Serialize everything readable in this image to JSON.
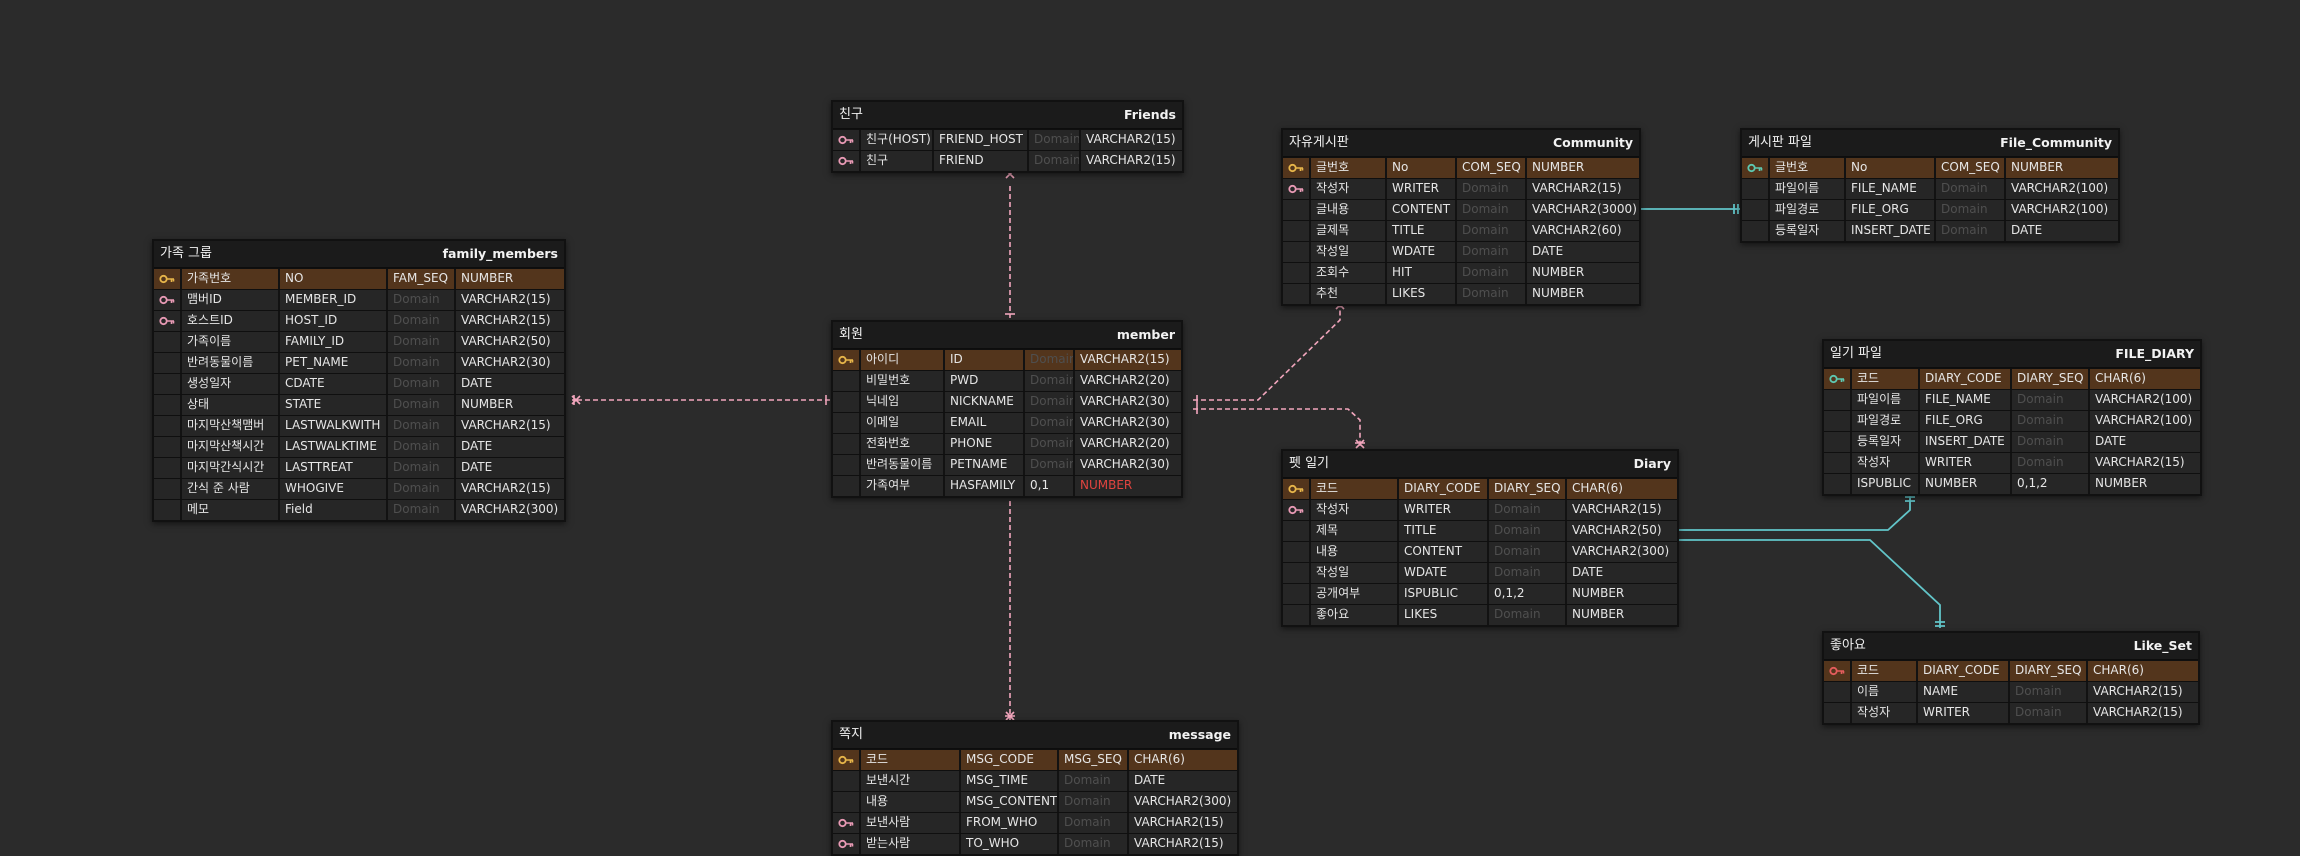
{
  "colors": {
    "background": "#2b2b2b",
    "pk_row": "#53351c",
    "relation_pink": "#f2a6bd",
    "relation_cyan": "#62c5c9",
    "key_gold": "#e8b64a",
    "key_pink": "#e99ab5",
    "key_teal": "#5ec9b2",
    "key_red": "#e55d5d"
  },
  "tables": [
    {
      "id": "friends",
      "logical": "친구",
      "physical": "Friends",
      "rows": [
        {
          "key": "fk-pink",
          "pk": false,
          "logical": "친구(HOST)",
          "physical": "FRIEND_HOST",
          "domain": "Domain",
          "type": "VARCHAR2(15)"
        },
        {
          "key": "fk-pink",
          "pk": false,
          "logical": "친구",
          "physical": "FRIEND",
          "domain": "Domain",
          "type": "VARCHAR2(15)"
        }
      ]
    },
    {
      "id": "family_members",
      "logical": "가족 그룹",
      "physical": "family_members",
      "rows": [
        {
          "key": "pk-gold",
          "pk": true,
          "logical": "가족번호",
          "physical": "NO",
          "domain": "FAM_SEQ",
          "type": "NUMBER"
        },
        {
          "key": "fk-pink",
          "pk": false,
          "logical": "맴버ID",
          "physical": "MEMBER_ID",
          "domain": "Domain",
          "type": "VARCHAR2(15)"
        },
        {
          "key": "fk-pink",
          "pk": false,
          "logical": "호스트ID",
          "physical": "HOST_ID",
          "domain": "Domain",
          "type": "VARCHAR2(15)"
        },
        {
          "key": "",
          "pk": false,
          "logical": "가족이름",
          "physical": "FAMILY_ID",
          "domain": "Domain",
          "type": "VARCHAR2(50)"
        },
        {
          "key": "",
          "pk": false,
          "logical": "반려동물이름",
          "physical": "PET_NAME",
          "domain": "Domain",
          "type": "VARCHAR2(30)"
        },
        {
          "key": "",
          "pk": false,
          "logical": "생성일자",
          "physical": "CDATE",
          "domain": "Domain",
          "type": "DATE"
        },
        {
          "key": "",
          "pk": false,
          "logical": "상태",
          "physical": "STATE",
          "domain": "Domain",
          "type": "NUMBER"
        },
        {
          "key": "",
          "pk": false,
          "logical": "마지막산책맴버",
          "physical": "LASTWALKWITH",
          "domain": "Domain",
          "type": "VARCHAR2(15)"
        },
        {
          "key": "",
          "pk": false,
          "logical": "마지막산책시간",
          "physical": "LASTWALKTIME",
          "domain": "Domain",
          "type": "DATE"
        },
        {
          "key": "",
          "pk": false,
          "logical": "마지막간식시간",
          "physical": "LASTTREAT",
          "domain": "Domain",
          "type": "DATE"
        },
        {
          "key": "",
          "pk": false,
          "logical": "간식 준 사람",
          "physical": "WHOGIVE",
          "domain": "Domain",
          "type": "VARCHAR2(15)"
        },
        {
          "key": "",
          "pk": false,
          "logical": "메모",
          "physical": "Field",
          "domain": "Domain",
          "type": "VARCHAR2(300)"
        }
      ]
    },
    {
      "id": "member",
      "logical": "회원",
      "physical": "member",
      "rows": [
        {
          "key": "pk-gold",
          "pk": true,
          "logical": "아이디",
          "physical": "ID",
          "domain": "Domain",
          "type": "VARCHAR2(15)"
        },
        {
          "key": "",
          "pk": false,
          "logical": "비밀번호",
          "physical": "PWD",
          "domain": "Domain",
          "type": "VARCHAR2(20)"
        },
        {
          "key": "",
          "pk": false,
          "logical": "닉네임",
          "physical": "NICKNAME",
          "domain": "Domain",
          "type": "VARCHAR2(30)"
        },
        {
          "key": "",
          "pk": false,
          "logical": "이메일",
          "physical": "EMAIL",
          "domain": "Domain",
          "type": "VARCHAR2(30)"
        },
        {
          "key": "",
          "pk": false,
          "logical": "전화번호",
          "physical": "PHONE",
          "domain": "Domain",
          "type": "VARCHAR2(20)"
        },
        {
          "key": "",
          "pk": false,
          "logical": "반려동물이름",
          "physical": "PETNAME",
          "domain": "Domain",
          "type": "VARCHAR2(30)"
        },
        {
          "key": "",
          "pk": false,
          "logical": "가족여부",
          "physical": "HASFAMILY",
          "domain": "0,1",
          "type": "NUMBER",
          "type_color": "red"
        }
      ]
    },
    {
      "id": "message",
      "logical": "쪽지",
      "physical": "message",
      "rows": [
        {
          "key": "pk-gold",
          "pk": true,
          "logical": "코드",
          "physical": "MSG_CODE",
          "domain": "MSG_SEQ",
          "type": "CHAR(6)"
        },
        {
          "key": "",
          "pk": false,
          "logical": "보낸시간",
          "physical": "MSG_TIME",
          "domain": "Domain",
          "type": "DATE"
        },
        {
          "key": "",
          "pk": false,
          "logical": "내용",
          "physical": "MSG_CONTENT",
          "domain": "Domain",
          "type": "VARCHAR2(300)"
        },
        {
          "key": "fk-pink",
          "pk": false,
          "logical": "보낸사람",
          "physical": "FROM_WHO",
          "domain": "Domain",
          "type": "VARCHAR2(15)"
        },
        {
          "key": "fk-pink",
          "pk": false,
          "logical": "받는사람",
          "physical": "TO_WHO",
          "domain": "Domain",
          "type": "VARCHAR2(15)"
        }
      ]
    },
    {
      "id": "community",
      "logical": "자유게시판",
      "physical": "Community",
      "rows": [
        {
          "key": "pk-gold",
          "pk": true,
          "logical": "글번호",
          "physical": "No",
          "domain": "COM_SEQ",
          "type": "NUMBER"
        },
        {
          "key": "fk-pink",
          "pk": false,
          "logical": "작성자",
          "physical": "WRITER",
          "domain": "Domain",
          "type": "VARCHAR2(15)"
        },
        {
          "key": "",
          "pk": false,
          "logical": "글내용",
          "physical": "CONTENT",
          "domain": "Domain",
          "type": "VARCHAR2(3000)"
        },
        {
          "key": "",
          "pk": false,
          "logical": "글제목",
          "physical": "TITLE",
          "domain": "Domain",
          "type": "VARCHAR2(60)"
        },
        {
          "key": "",
          "pk": false,
          "logical": "작성일",
          "physical": "WDATE",
          "domain": "Domain",
          "type": "DATE"
        },
        {
          "key": "",
          "pk": false,
          "logical": "조회수",
          "physical": "HIT",
          "domain": "Domain",
          "type": "NUMBER"
        },
        {
          "key": "",
          "pk": false,
          "logical": "추천",
          "physical": "LIKES",
          "domain": "Domain",
          "type": "NUMBER"
        }
      ]
    },
    {
      "id": "file_community",
      "logical": "게시판 파일",
      "physical": "File_Community",
      "rows": [
        {
          "key": "fk-teal",
          "pk": true,
          "logical": "글번호",
          "physical": "No",
          "domain": "COM_SEQ",
          "type": "NUMBER"
        },
        {
          "key": "",
          "pk": false,
          "logical": "파일이름",
          "physical": "FILE_NAME",
          "domain": "Domain",
          "type": "VARCHAR2(100)"
        },
        {
          "key": "",
          "pk": false,
          "logical": "파일경로",
          "physical": "FILE_ORG",
          "domain": "Domain",
          "type": "VARCHAR2(100)"
        },
        {
          "key": "",
          "pk": false,
          "logical": "등록일자",
          "physical": "INSERT_DATE",
          "domain": "Domain",
          "type": "DATE"
        }
      ]
    },
    {
      "id": "diary",
      "logical": "펫 일기",
      "physical": "Diary",
      "rows": [
        {
          "key": "pk-gold",
          "pk": true,
          "logical": "코드",
          "physical": "DIARY_CODE",
          "domain": "DIARY_SEQ",
          "type": "CHAR(6)"
        },
        {
          "key": "fk-pink",
          "pk": false,
          "logical": "작성자",
          "physical": "WRITER",
          "domain": "Domain",
          "type": "VARCHAR2(15)"
        },
        {
          "key": "",
          "pk": false,
          "logical": "제목",
          "physical": "TITLE",
          "domain": "Domain",
          "type": "VARCHAR2(50)"
        },
        {
          "key": "",
          "pk": false,
          "logical": "내용",
          "physical": "CONTENT",
          "domain": "Domain",
          "type": "VARCHAR2(300)"
        },
        {
          "key": "",
          "pk": false,
          "logical": "작성일",
          "physical": "WDATE",
          "domain": "Domain",
          "type": "DATE"
        },
        {
          "key": "",
          "pk": false,
          "logical": "공개여부",
          "physical": "ISPUBLIC",
          "domain": "0,1,2",
          "type": "NUMBER"
        },
        {
          "key": "",
          "pk": false,
          "logical": "좋아요",
          "physical": "LIKES",
          "domain": "Domain",
          "type": "NUMBER"
        }
      ]
    },
    {
      "id": "file_diary",
      "logical": "일기 파일",
      "physical": "FILE_DIARY",
      "rows": [
        {
          "key": "fk-teal",
          "pk": true,
          "logical": "코드",
          "physical": "DIARY_CODE",
          "domain": "DIARY_SEQ",
          "type": "CHAR(6)"
        },
        {
          "key": "",
          "pk": false,
          "logical": "파일이름",
          "physical": "FILE_NAME",
          "domain": "Domain",
          "type": "VARCHAR2(100)"
        },
        {
          "key": "",
          "pk": false,
          "logical": "파일경로",
          "physical": "FILE_ORG",
          "domain": "Domain",
          "type": "VARCHAR2(100)"
        },
        {
          "key": "",
          "pk": false,
          "logical": "등록일자",
          "physical": "INSERT_DATE",
          "domain": "Domain",
          "type": "DATE"
        },
        {
          "key": "",
          "pk": false,
          "logical": "작성자",
          "physical": "WRITER",
          "domain": "Domain",
          "type": "VARCHAR2(15)"
        },
        {
          "key": "",
          "pk": false,
          "logical": "ISPUBLIC",
          "physical": "NUMBER",
          "domain": "0,1,2",
          "type": "NUMBER"
        }
      ]
    },
    {
      "id": "like_set",
      "logical": "좋아요",
      "physical": "Like_Set",
      "rows": [
        {
          "key": "pk-red",
          "pk": true,
          "logical": "코드",
          "physical": "DIARY_CODE",
          "domain": "DIARY_SEQ",
          "type": "CHAR(6)"
        },
        {
          "key": "",
          "pk": false,
          "logical": "이름",
          "physical": "NAME",
          "domain": "Domain",
          "type": "VARCHAR2(15)"
        },
        {
          "key": "",
          "pk": false,
          "logical": "작성자",
          "physical": "WRITER",
          "domain": "Domain",
          "type": "VARCHAR2(15)"
        }
      ]
    }
  ]
}
